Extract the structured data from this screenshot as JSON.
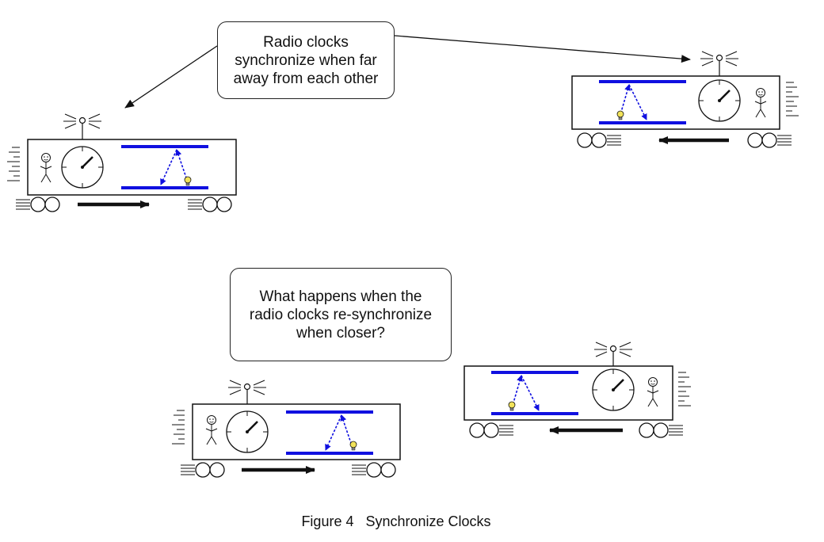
{
  "callouts": {
    "top": "Radio clocks\nsynchronize when far\naway from each other",
    "bottom": "What happens when the\nradio clocks re-synchronize\nwhen closer?"
  },
  "caption": "Figure 4   Synchronize Clocks",
  "colors": {
    "mirror": "#1010e0",
    "light_ray": "#1010e0",
    "bulb": "#f2e35a",
    "outline": "#111111"
  },
  "icons": [
    "radio-antenna-icon",
    "clock-icon",
    "stick-figure-icon",
    "light-bulb-icon",
    "direction-arrow-icon",
    "wheel-icon"
  ]
}
